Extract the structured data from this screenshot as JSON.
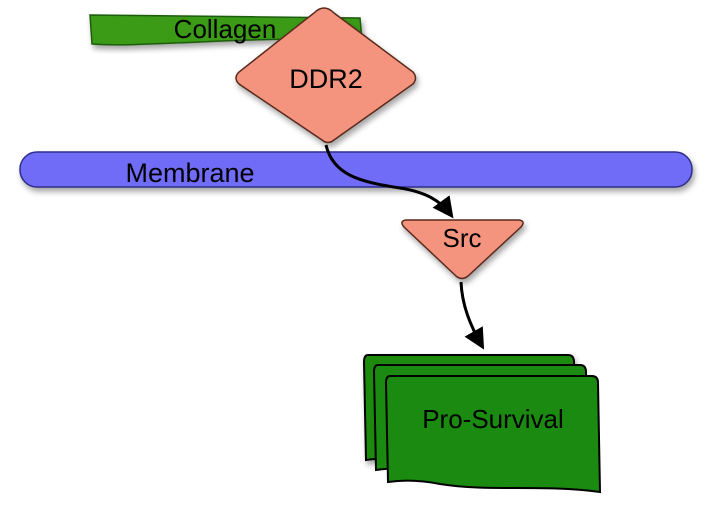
{
  "diagram": {
    "nodes": {
      "collagen": {
        "label": "Collagen",
        "shape": "banner",
        "color": "#3a9a17"
      },
      "ddr2": {
        "label": "DDR2",
        "shape": "diamond",
        "color": "#f4947e"
      },
      "membrane": {
        "label": "Membrane",
        "shape": "rounded-bar",
        "color": "#6f6cf7"
      },
      "src": {
        "label": "Src",
        "shape": "inverted-triangle",
        "color": "#f4947e"
      },
      "pro_survival": {
        "label": "Pro-Survival",
        "shape": "multi-document",
        "color": "#1b8a10"
      }
    },
    "edges": [
      {
        "from": "DDR2",
        "to": "Src"
      },
      {
        "from": "Src",
        "to": "Pro-Survival"
      }
    ]
  }
}
